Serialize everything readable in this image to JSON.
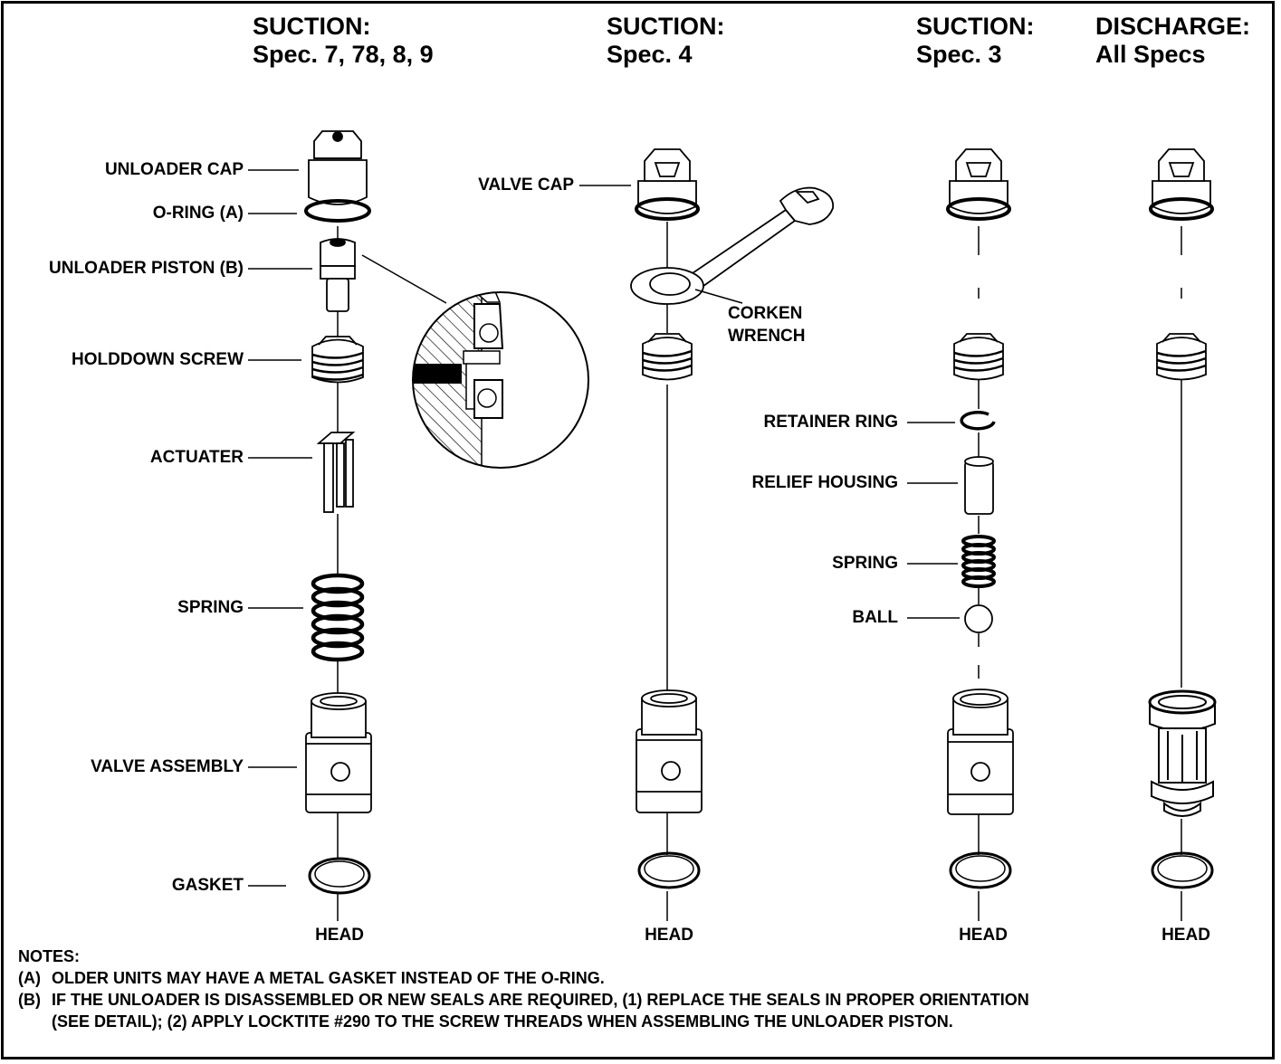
{
  "columns": [
    {
      "title": "SUCTION:",
      "subtitle": "Spec. 7, 78, 8, 9"
    },
    {
      "title": "SUCTION:",
      "subtitle": "Spec. 4"
    },
    {
      "title": "SUCTION:",
      "subtitle": "Spec. 3"
    },
    {
      "title": "DISCHARGE:",
      "subtitle": "All Specs"
    }
  ],
  "labels": {
    "unloader_cap": "UNLOADER CAP",
    "o_ring": "O-RING (A)",
    "unloader_piston": "UNLOADER PISTON (B)",
    "holddown_screw": "HOLDDOWN SCREW",
    "actuater": "ACTUATER",
    "spring": "SPRING",
    "valve_assembly": "VALVE ASSEMBLY",
    "gasket": "GASKET",
    "valve_cap": "VALVE CAP",
    "corken_wrench_line1": "CORKEN",
    "corken_wrench_line2": "WRENCH",
    "retainer_ring": "RETAINER RING",
    "relief_housing": "RELIEF HOUSING",
    "spring_small": "SPRING",
    "ball": "BALL",
    "head": "HEAD"
  },
  "notes": {
    "heading": "NOTES:",
    "a_tag": "(A)",
    "a_text": "OLDER UNITS MAY HAVE A METAL GASKET INSTEAD OF THE O-RING.",
    "b_tag": "(B)",
    "b_text_line1": "IF THE UNLOADER IS DISASSEMBLED OR NEW SEALS ARE REQUIRED, (1) REPLACE THE SEALS IN PROPER ORIENTATION",
    "b_text_line2": "(SEE DETAIL); (2) APPLY LOCKTITE #290 TO THE SCREW THREADS WHEN ASSEMBLING THE UNLOADER PISTON."
  }
}
